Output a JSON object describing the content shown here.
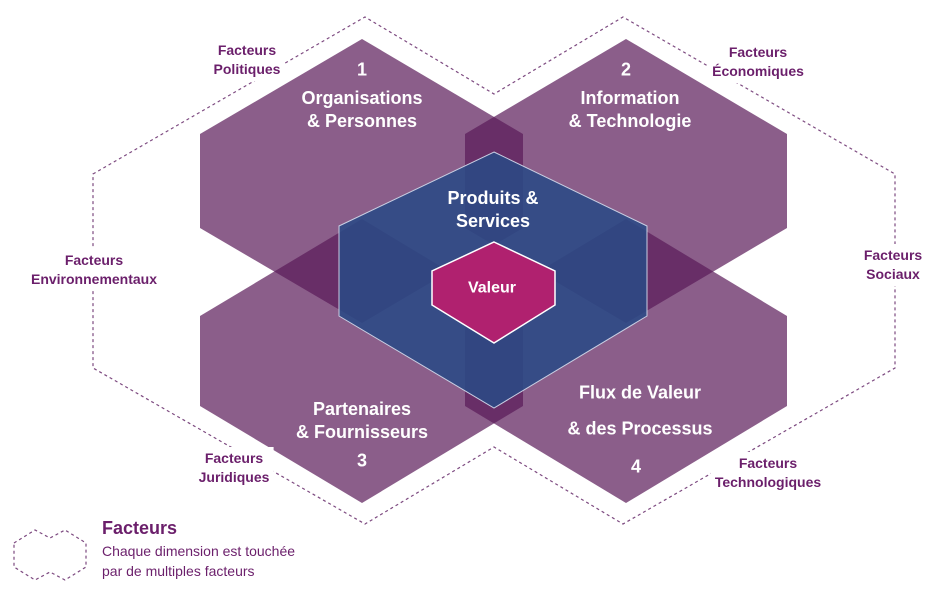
{
  "dimensions": [
    {
      "number": "1",
      "line1": "Organisations",
      "line2": "& Personnes"
    },
    {
      "number": "2",
      "line1": "Information",
      "line2": "& Technologie"
    },
    {
      "number": "3",
      "line1": "Partenaires",
      "line2": "& Fournisseurs"
    },
    {
      "number": "4",
      "line1": "Flux de Valeur",
      "line2": "& des Processus"
    }
  ],
  "center": {
    "line1": "Produits &",
    "line2": "Services",
    "core": "Valeur"
  },
  "factors": {
    "politiques": {
      "l1": "Facteurs",
      "l2": "Politiques"
    },
    "economiques": {
      "l1": "Facteurs",
      "l2": "Économiques"
    },
    "environnementaux": {
      "l1": "Facteurs",
      "l2": "Environnementaux"
    },
    "sociaux": {
      "l1": "Facteurs",
      "l2": "Sociaux"
    },
    "juridiques": {
      "l1": "Facteurs",
      "l2": "Juridiques"
    },
    "technologiques": {
      "l1": "Facteurs",
      "l2": "Technologiques"
    }
  },
  "legend": {
    "title": "Facteurs",
    "line1": "Chaque dimension est touchée",
    "line2": "par de multiples facteurs"
  },
  "colors": {
    "dimension": "#8b5e8a",
    "overlap": "#692e67",
    "center": "#344e82",
    "core": "#b0216f",
    "text": "#6b1f6b"
  }
}
